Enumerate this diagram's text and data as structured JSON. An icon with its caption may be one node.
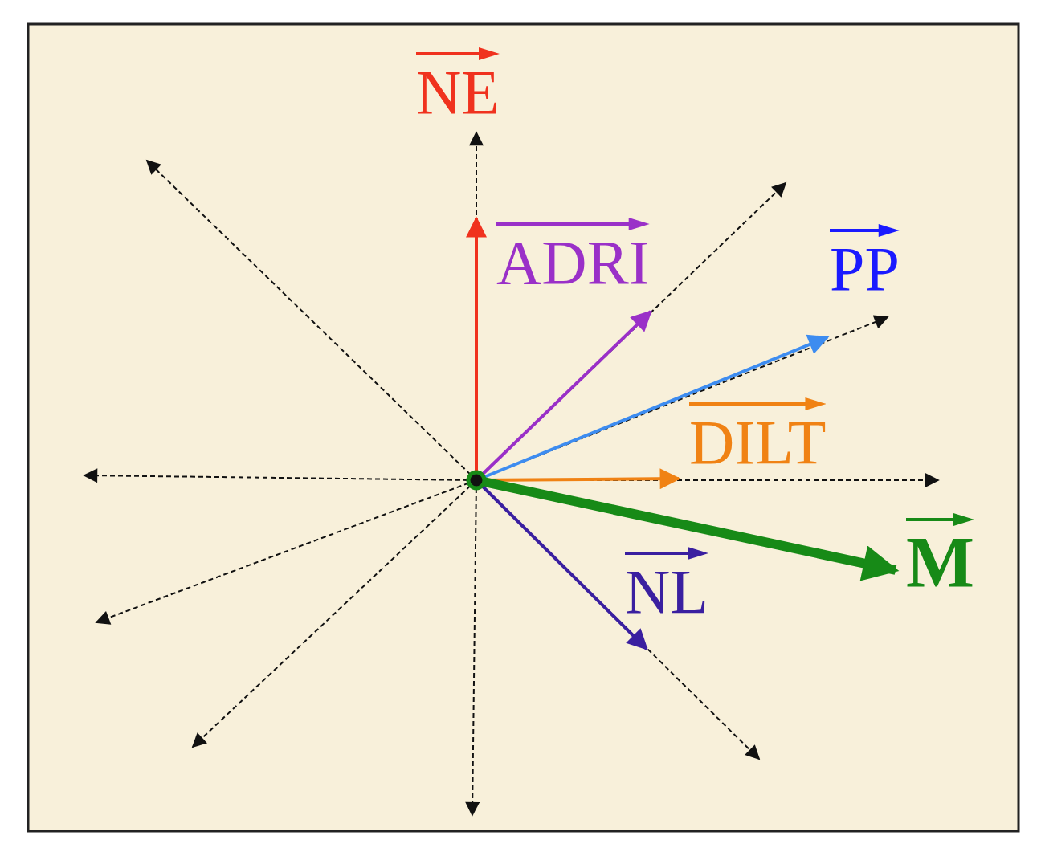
{
  "diagram": {
    "labels": [
      "NE",
      "ADRI",
      "PP",
      "DILT",
      "M",
      "NL"
    ]
  }
}
